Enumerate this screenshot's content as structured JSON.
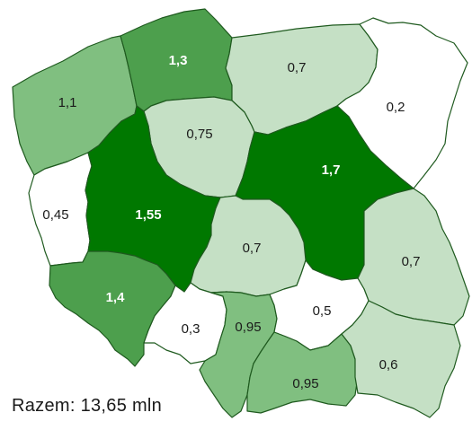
{
  "colors": {
    "level_1": "#ffffff",
    "level_2": "#c5e0c5",
    "level_3": "#80bf80",
    "level_4": "#4d9f4d",
    "level_5": "#007800",
    "border": "#1f5a1f"
  },
  "regions": [
    {
      "id": "pomorskie",
      "value": "1,3",
      "level": 4
    },
    {
      "id": "zachodniopomorskie",
      "value": "1,1",
      "level": 3
    },
    {
      "id": "warminsko-mazurskie",
      "value": "0,7",
      "level": 2
    },
    {
      "id": "podlaskie",
      "value": "0,2",
      "level": 1
    },
    {
      "id": "kujawsko-pomorskie",
      "value": "0,75",
      "level": 2
    },
    {
      "id": "mazowieckie",
      "value": "1,7",
      "level": 5
    },
    {
      "id": "lubuskie",
      "value": "0,45",
      "level": 1
    },
    {
      "id": "wielkopolskie",
      "value": "1,55",
      "level": 5
    },
    {
      "id": "lodzkie",
      "value": "0,7",
      "level": 2
    },
    {
      "id": "lubelskie",
      "value": "0,7",
      "level": 2
    },
    {
      "id": "dolnoslaskie",
      "value": "1,4",
      "level": 4
    },
    {
      "id": "opolskie",
      "value": "0,3",
      "level": 1
    },
    {
      "id": "slaskie",
      "value": "0,95",
      "level": 3
    },
    {
      "id": "swietokrzyskie",
      "value": "0,5",
      "level": 1
    },
    {
      "id": "malopolskie",
      "value": "0,95",
      "level": 3
    },
    {
      "id": "podkarpackie",
      "value": "0,6",
      "level": 2
    }
  ],
  "total_label": "Razem: 13,65 mln"
}
